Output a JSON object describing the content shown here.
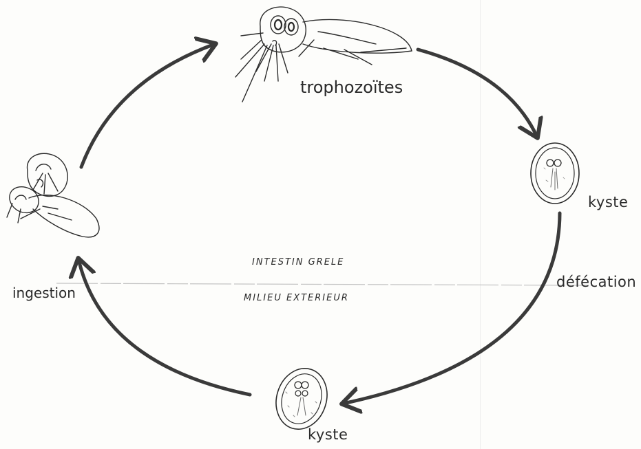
{
  "labels": {
    "trophozoites": "trophozoïtes",
    "kyste_right": "kyste",
    "defecation": "défécation",
    "ingestion": "ingestion",
    "kyste_bottom": "kyste",
    "intestin": "INTESTIN GRELE",
    "milieu": "MILIEU EXTERIEUR"
  },
  "colors": {
    "ink": "#2a2a2a",
    "arrow": "#3a3a3a",
    "paper": "#fdfdfb",
    "divider": "#c4c4c4"
  }
}
